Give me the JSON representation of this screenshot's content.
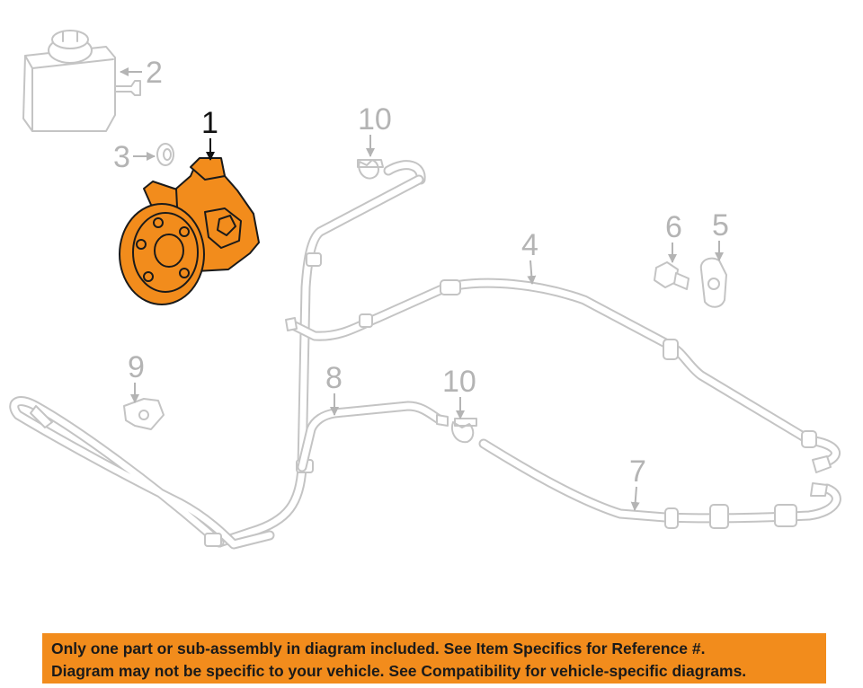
{
  "callouts": {
    "c1": "1",
    "c2": "2",
    "c3": "3",
    "c4": "4",
    "c5": "5",
    "c6": "6",
    "c7": "7",
    "c8": "8",
    "c9": "9",
    "c10a": "10",
    "c10b": "10"
  },
  "notice": {
    "line1": "Only one part or sub-assembly in diagram included. See Item Specifics for Reference #.",
    "line2": "Diagram may not be specific to your vehicle. See Compatibility for vehicle-specific diagrams."
  },
  "colors": {
    "highlight": "#f28c1c",
    "line": "#c4c4c4",
    "callout": "#b4b4b4"
  }
}
